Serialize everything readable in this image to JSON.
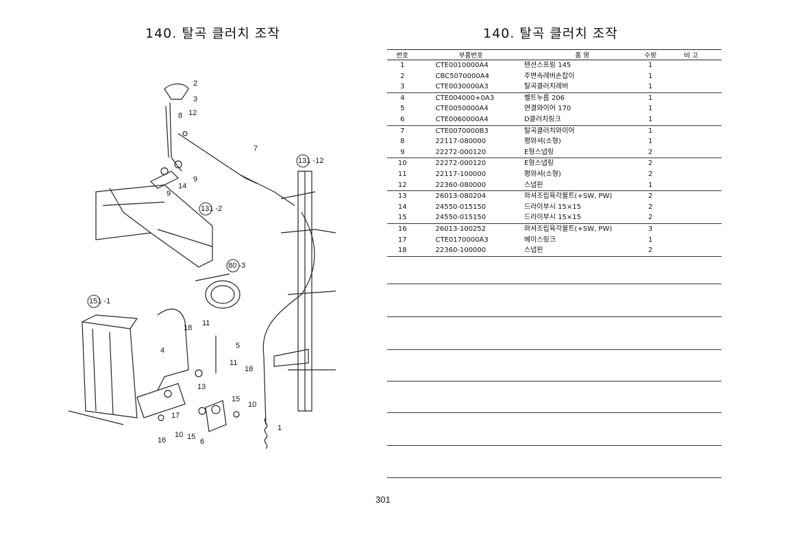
{
  "left_title": "140. 탈곡 클러치 조작",
  "right_title": "140. 탈곡 클러치 조작",
  "page_number": "301",
  "table": {
    "headers": [
      "번호",
      "부품번호",
      "품 명",
      "수량",
      "비 고"
    ],
    "rows": [
      {
        "no": "1",
        "code": "CTE0010000A4",
        "name": "텐션스프링 145",
        "qty": "1"
      },
      {
        "no": "2",
        "code": "CBC5070000A4",
        "name": "주변속레버손잡이",
        "qty": "1"
      },
      {
        "no": "3",
        "code": "CTE0030000A3",
        "name": "탈곡클러치레버",
        "qty": "1"
      },
      {
        "no": "4",
        "code": "CTE004000+0A3",
        "name": "벨트누름 206",
        "qty": "1"
      },
      {
        "no": "5",
        "code": "CTE0050000A4",
        "name": "연결와이어 170",
        "qty": "1"
      },
      {
        "no": "6",
        "code": "CTE0060000A4",
        "name": "D클러치링크",
        "qty": "1"
      },
      {
        "no": "7",
        "code": "CTE0070000B3",
        "name": "탈곡클러치와이어",
        "qty": "1"
      },
      {
        "no": "8",
        "code": "22117-080000",
        "name": "평와셔(소형)",
        "qty": "1"
      },
      {
        "no": "9",
        "code": "22272-000120",
        "name": "E형스냅링",
        "qty": "2"
      },
      {
        "no": "10",
        "code": "22272-000120",
        "name": "E형스냅링",
        "qty": "2"
      },
      {
        "no": "11",
        "code": "22117-100000",
        "name": "평와셔(소형)",
        "qty": "2"
      },
      {
        "no": "12",
        "code": "22360-080000",
        "name": "스냅핀",
        "qty": "1"
      },
      {
        "no": "13",
        "code": "26013-080204",
        "name": "와셔조립육각볼트(+SW, PW)",
        "qty": "2"
      },
      {
        "no": "14",
        "code": "24550-015150",
        "name": "드라이부시 15×15",
        "qty": "2"
      },
      {
        "no": "15",
        "code": "24550-015150",
        "name": "드라이부시 15×15",
        "qty": "2"
      },
      {
        "no": "16",
        "code": "26013-100252",
        "name": "와셔조립육각볼트(+SW, PW)",
        "qty": "3"
      },
      {
        "no": "17",
        "code": "CTE0170000A3",
        "name": "베이스링크",
        "qty": "1"
      },
      {
        "no": "18",
        "code": "22360-100000",
        "name": "스냅핀",
        "qty": "2"
      }
    ]
  },
  "diagram": {
    "callouts": [
      "1",
      "2",
      "3",
      "4",
      "5",
      "6",
      "7",
      "8",
      "9",
      "9",
      "10",
      "10",
      "11",
      "11",
      "12",
      "13",
      "14",
      "15",
      "15",
      "16",
      "17",
      "18",
      "18"
    ],
    "refs": [
      "131 -12",
      "131 -2",
      "80 -3",
      "151 -1"
    ]
  }
}
